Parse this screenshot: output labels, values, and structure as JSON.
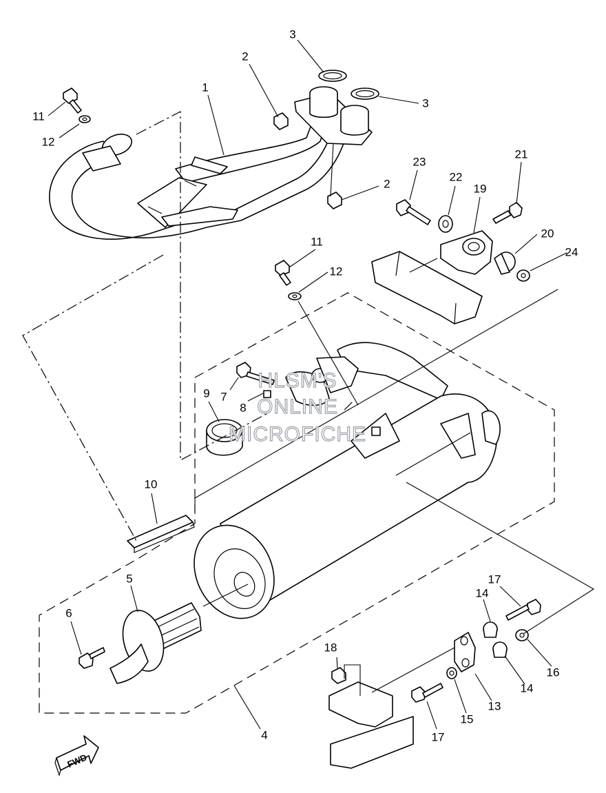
{
  "watermark": {
    "line1": "HLSM'S",
    "line2": "ONLINE",
    "line3": "MICROFICHE",
    "color": "#9aa0a8"
  },
  "fwd_label": "FWD",
  "callouts": {
    "c1": "1",
    "c2a": "2",
    "c2b": "2",
    "c3a": "3",
    "c3b": "3",
    "c4": "4",
    "c5": "5",
    "c6": "6",
    "c7": "7",
    "c8": "8",
    "c9": "9",
    "c10": "10",
    "c11a": "11",
    "c11b": "11",
    "c12a": "12",
    "c12b": "12",
    "c13": "13",
    "c14a": "14",
    "c14b": "14",
    "c15": "15",
    "c16": "16",
    "c17a": "17",
    "c17b": "17",
    "c18": "18",
    "c19": "19",
    "c20": "20",
    "c21": "21",
    "c22": "22",
    "c23": "23",
    "c24": "24"
  }
}
